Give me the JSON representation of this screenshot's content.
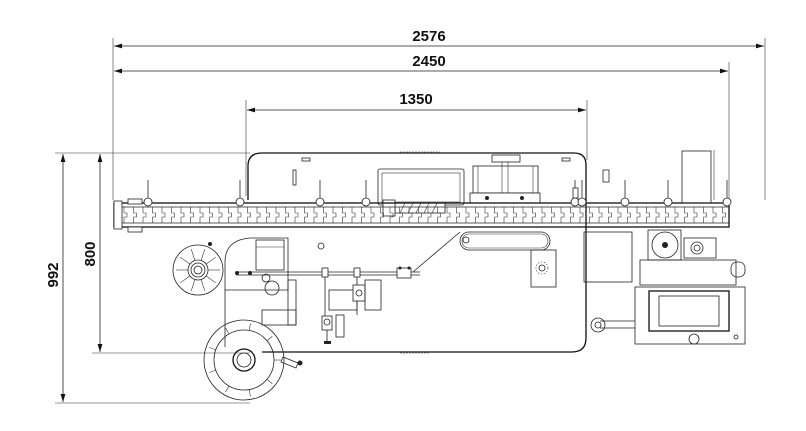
{
  "drawing": {
    "title": "Machine layout – top view dimensions",
    "units": "mm",
    "line_color": "#222222",
    "background": "#ffffff"
  },
  "dimensions": {
    "overall_length": "2576",
    "conveyor_length": "2450",
    "frame_length": "1350",
    "frame_depth": "800",
    "overall_depth": "992"
  }
}
